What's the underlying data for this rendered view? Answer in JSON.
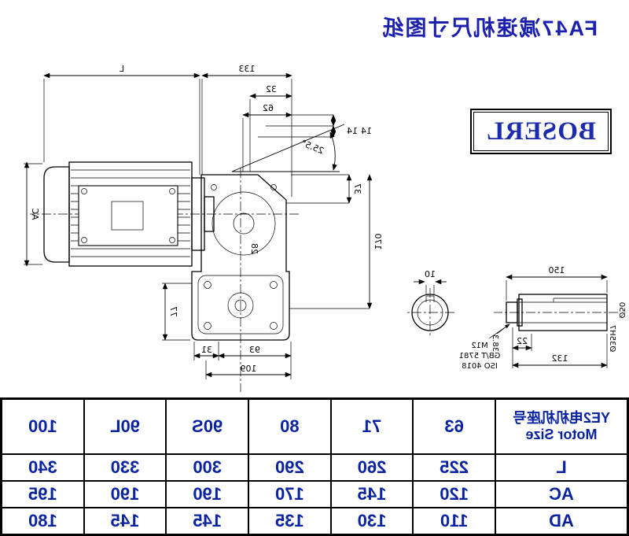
{
  "title": "FA47减速机尺寸图纸",
  "logo": "BOSERL",
  "colors": {
    "accent_blue": "#1c20ae",
    "table_text": "#0a23a0",
    "line": "#000000"
  },
  "drawing": {
    "dim_labels": {
      "L": "L",
      "d133": "133",
      "d32": "32",
      "d62": "62",
      "d14_1": "14",
      "d14_2": "14",
      "d37": "37",
      "angle": "25.5°",
      "d170": "170",
      "ac": "AC",
      "d28": "28",
      "d77": "77",
      "d93": "93",
      "d31": "31",
      "d109": "109"
    },
    "shaft_detail": {
      "d10": "10",
      "d150": "150",
      "d22": "22",
      "d132": "132",
      "d38_3": "38.3",
      "dia50": "Ø50",
      "dia35": "Ø35H7",
      "bolt_l1": "M12",
      "bolt_l2": "GB/T 5781",
      "bolt_l3": "ISO 4018"
    }
  },
  "table": {
    "header_line1": "YE2电机机座号",
    "header_line2": "Motor Size",
    "columns": [
      "63",
      "71",
      "80",
      "90S",
      "90L",
      "100"
    ],
    "rows": [
      {
        "label": "L",
        "values": [
          "225",
          "260",
          "290",
          "300",
          "330",
          "340"
        ]
      },
      {
        "label": "AC",
        "values": [
          "120",
          "145",
          "170",
          "190",
          "190",
          "195"
        ]
      },
      {
        "label": "AD",
        "values": [
          "110",
          "130",
          "135",
          "145",
          "145",
          "180"
        ]
      }
    ]
  }
}
